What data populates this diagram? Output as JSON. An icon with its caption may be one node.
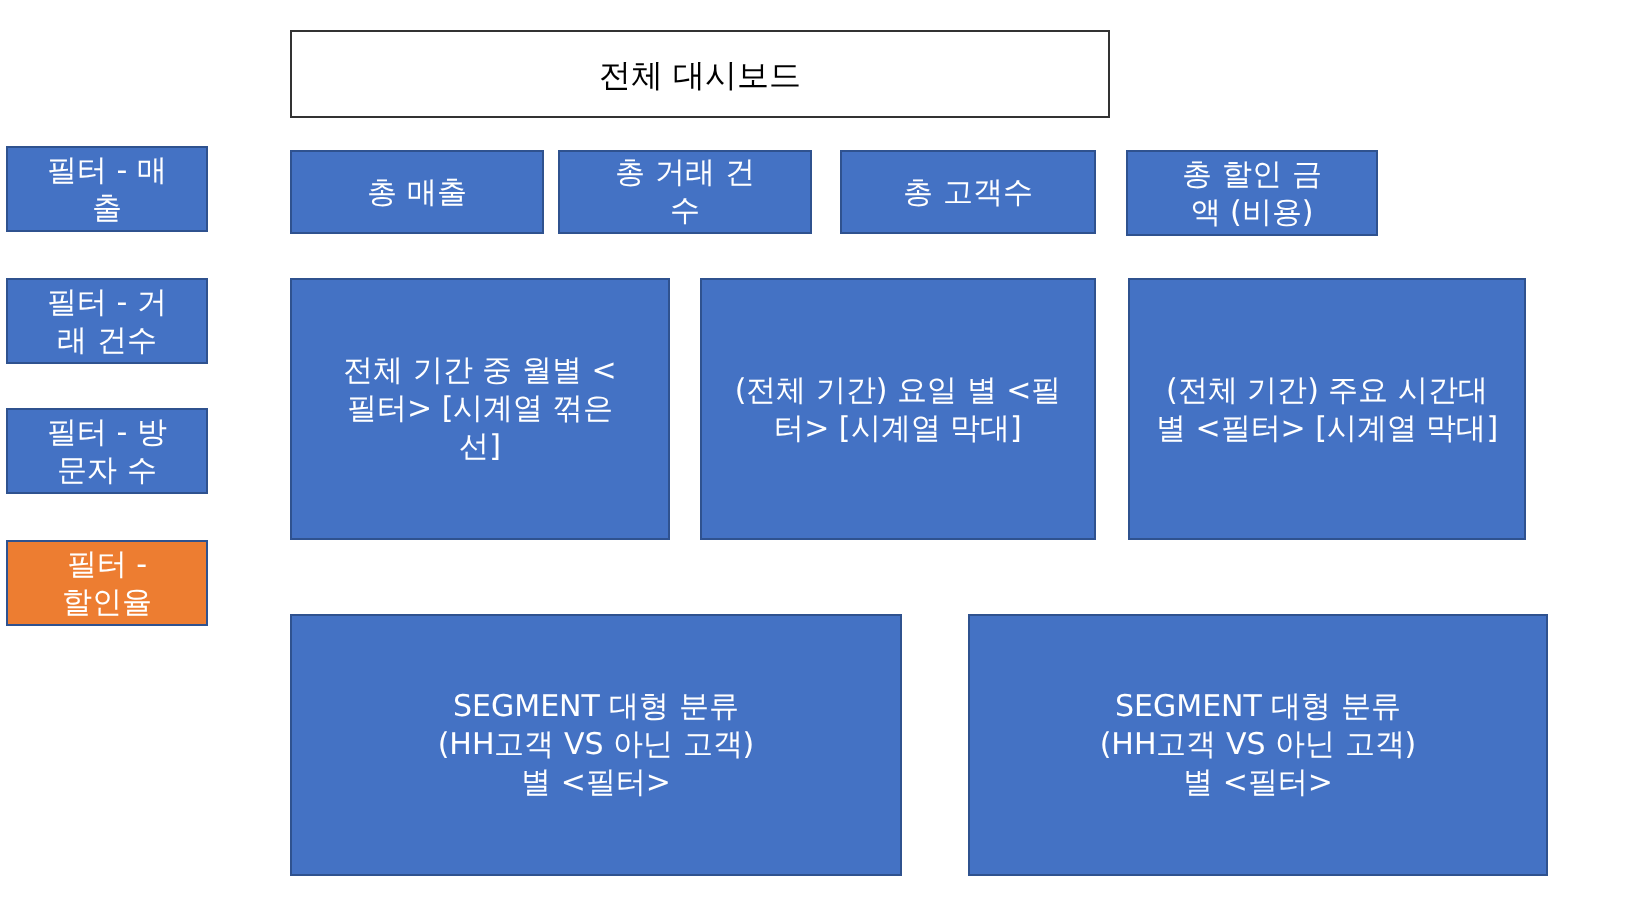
{
  "diagram": {
    "nodes": [
      {
        "text": [
          "전체 대시보드"
        ]
      },
      {
        "text": [
          "필터 - 매출"
        ]
      },
      {
        "text": [
          "총 매출"
        ]
      },
      {
        "text": [
          "총 거래 건수"
        ]
      },
      {
        "text": [
          "총 고객수"
        ]
      },
      {
        "text": [
          "총 할인 금액 (비용)"
        ]
      },
      {
        "text": [
          "필터 - 거래 건수"
        ]
      },
      {
        "text": [
          "전체 기간 중 월별 <필터> [시계열 꺾은선]"
        ]
      },
      {
        "text": [
          "(전체 기간) 요일 별 <필터> [시계열 막대]"
        ]
      },
      {
        "text": [
          "(전체 기간) 주요 시간대 별 <필터> [시계열 막대]"
        ]
      },
      {
        "text": [
          "필터 - 방문자 수"
        ]
      },
      {
        "text": [
          "필터 - 할인율"
        ]
      },
      {
        "text": [
          "SEGMENT 대형 분류 (HH고객 VS 아닌 고객) 별 <필터>"
        ]
      },
      {
        "text": [
          "SEGMENT 대형 분류 (HH고객 VS 아닌 고객) 별 <필터>"
        ]
      }
    ]
  }
}
